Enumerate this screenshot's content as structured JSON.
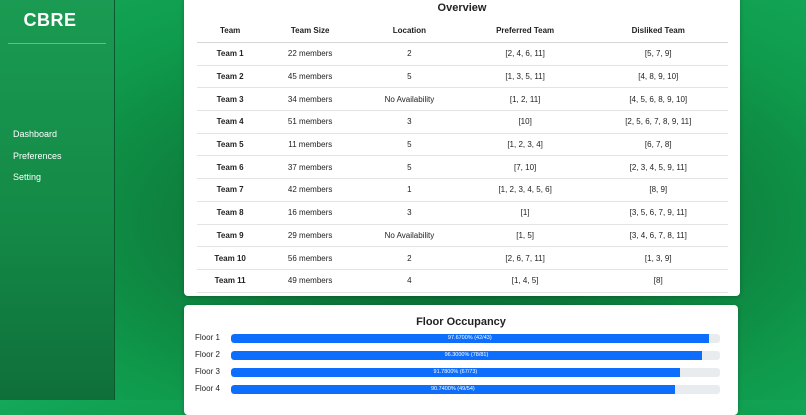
{
  "sidebar": {
    "brand": "CBRE",
    "nav": [
      {
        "label": "Dashboard"
      },
      {
        "label": "Preferences"
      },
      {
        "label": "Setting"
      }
    ]
  },
  "overview": {
    "title": "Overview",
    "headers": [
      "Team",
      "Team Size",
      "Location",
      "Preferred Team",
      "Disliked Team"
    ],
    "rows": [
      [
        "Team 1",
        "22 members",
        "2",
        "[2, 4, 6, 11]",
        "[5, 7, 9]"
      ],
      [
        "Team 2",
        "45 members",
        "5",
        "[1, 3, 5, 11]",
        "[4, 8, 9, 10]"
      ],
      [
        "Team 3",
        "34 members",
        "No Availability",
        "[1, 2, 11]",
        "[4, 5, 6, 8, 9, 10]"
      ],
      [
        "Team 4",
        "51 members",
        "3",
        "[10]",
        "[2, 5, 6, 7, 8, 9, 11]"
      ],
      [
        "Team 5",
        "11 members",
        "5",
        "[1, 2, 3, 4]",
        "[6, 7, 8]"
      ],
      [
        "Team 6",
        "37 members",
        "5",
        "[7, 10]",
        "[2, 3, 4, 5, 9, 11]"
      ],
      [
        "Team 7",
        "42 members",
        "1",
        "[1, 2, 3, 4, 5, 6]",
        "[8, 9]"
      ],
      [
        "Team 8",
        "16 members",
        "3",
        "[1]",
        "[3, 5, 6, 7, 9, 11]"
      ],
      [
        "Team 9",
        "29 members",
        "No Availability",
        "[1, 5]",
        "[3, 4, 6, 7, 8, 11]"
      ],
      [
        "Team 10",
        "56 members",
        "2",
        "[2, 6, 7, 11]",
        "[1, 3, 9]"
      ],
      [
        "Team 11",
        "49 members",
        "4",
        "[1, 4, 5]",
        "[8]"
      ]
    ]
  },
  "floor_occupancy": {
    "title": "Floor Occupancy",
    "bar_color": "#0d6efd",
    "floors": [
      {
        "label": "Floor 1",
        "percent": 97.67,
        "text": "97.6700% (42/43)"
      },
      {
        "label": "Floor 2",
        "percent": 96.3,
        "text": "96.3000% (78/81)"
      },
      {
        "label": "Floor 3",
        "percent": 91.78,
        "text": "91.7800% (67/73)"
      },
      {
        "label": "Floor 4",
        "percent": 90.74,
        "text": "90.7400% (49/54)"
      }
    ]
  }
}
